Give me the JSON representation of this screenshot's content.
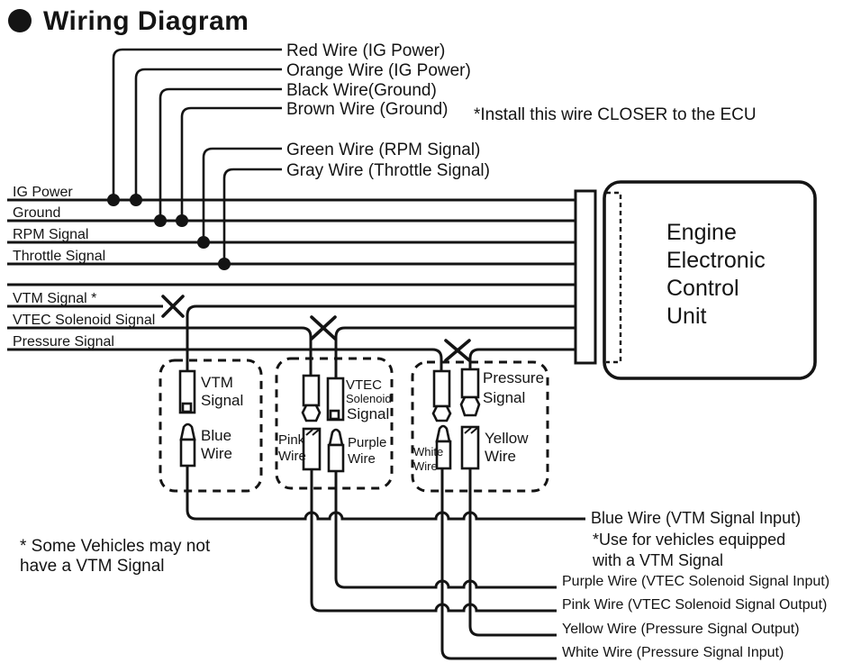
{
  "title": "Wiring Diagram",
  "colors": {
    "ink": "#141414",
    "paper": "#ffffff"
  },
  "top_labels": {
    "red": "Red Wire (IG Power)",
    "orange": "Orange Wire (IG Power)",
    "black": "Black Wire(Ground)",
    "brown": "Brown Wire (Ground)",
    "install_note": "*Install this wire CLOSER to the ECU",
    "green": "Green Wire (RPM Signal)",
    "gray": "Gray Wire (Throttle Signal)"
  },
  "bus_labels": {
    "ig_power": "IG Power",
    "ground": "Ground",
    "rpm": "RPM Signal",
    "throttle": "Throttle Signal",
    "vtm": "VTM Signal *",
    "vtec": "VTEC Solenoid Signal",
    "pressure": "Pressure Signal"
  },
  "ecu": {
    "name_lines": [
      "Engine",
      "Electronic",
      "Control",
      "Unit"
    ]
  },
  "connector_boxes": {
    "vtm": {
      "signal": [
        "VTM",
        "Signal"
      ],
      "wire": [
        "Blue",
        "Wire"
      ]
    },
    "vtec": {
      "signal": [
        "VTEC",
        "Solenoid",
        "Signal"
      ],
      "left_wire": [
        "Pink",
        "Wire"
      ],
      "right_wire": [
        "Purple",
        "Wire"
      ]
    },
    "pressure": {
      "signal": [
        "Pressure",
        "Signal"
      ],
      "left_wire": [
        "White",
        "Wire"
      ],
      "right_wire": [
        "Yellow",
        "Wire"
      ]
    }
  },
  "footnote": [
    "* Some Vehicles may not",
    "have a VTM Signal"
  ],
  "output_labels": {
    "blue": "Blue Wire (VTM Signal Input)",
    "blue_note": [
      "*Use for vehicles equipped",
      "with a VTM Signal"
    ],
    "purple": "Purple Wire (VTEC Solenoid Signal Input)",
    "pink": "Pink Wire (VTEC Solenoid Signal Output)",
    "yellow": "Yellow Wire (Pressure Signal Output)",
    "white": "White Wire (Pressure Signal Input)"
  }
}
